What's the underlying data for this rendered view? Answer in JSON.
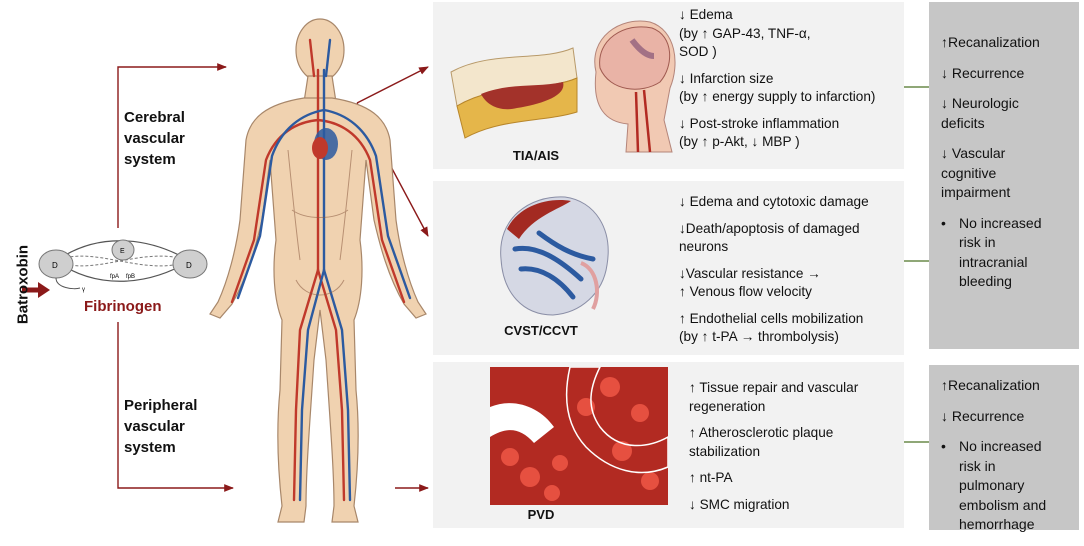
{
  "left": {
    "drug": "Batroxobin",
    "molecule": "Fibrinogen",
    "molecule_parts": {
      "d_left": "D",
      "e_center": "E",
      "d_right": "D",
      "fpa": "fpA",
      "fpb": "fpB",
      "gamma": "γ"
    },
    "cerebral_label": [
      "Cerebral",
      "vascular",
      "system"
    ],
    "peripheral_label": [
      "Peripheral",
      "vascular",
      "system"
    ]
  },
  "panels": [
    {
      "caption": "TIA/AIS",
      "effects": [
        [
          "↓ Edema",
          "(by ↑ GAP-43, TNF-α,",
          "SOD )"
        ],
        [
          "↓ Infarction size",
          "(by ↑ energy supply to infarction)"
        ],
        [
          "↓ Post-stroke inflammation",
          "(by ↑ p-Akt, ↓ MBP )"
        ]
      ]
    },
    {
      "caption": "CVST/CCVT",
      "effects": [
        [
          "↓ Edema and cytotoxic damage"
        ],
        [
          "↓Death/apoptosis of damaged",
          "neurons"
        ],
        [
          "↓Vascular resistance →",
          "↑ Venous flow velocity"
        ],
        [
          "↑ Endothelial cells mobilization",
          "(by ↑ t-PA → thrombolysis)"
        ]
      ]
    },
    {
      "caption": "PVD",
      "effects": [
        [
          "↑ Tissue repair and vascular",
          "regeneration"
        ],
        [
          "↑ Atherosclerotic plaque",
          "stabilization"
        ],
        [
          "↑ nt-PA"
        ],
        [
          "↓ SMC migration"
        ]
      ]
    }
  ],
  "outcomes_cerebral": [
    {
      "bullet": false,
      "lines": [
        "↑Recanalization"
      ]
    },
    {
      "bullet": false,
      "lines": [
        "↓ Recurrence"
      ]
    },
    {
      "bullet": false,
      "lines": [
        "↓ Neurologic",
        "deficits"
      ]
    },
    {
      "bullet": false,
      "lines": [
        "↓ Vascular",
        "cognitive",
        "impairment"
      ]
    },
    {
      "bullet": true,
      "lines": [
        "No increased",
        "risk in",
        "intracranial",
        "bleeding"
      ]
    }
  ],
  "outcomes_peripheral": [
    {
      "bullet": false,
      "lines": [
        "↑Recanalization"
      ]
    },
    {
      "bullet": false,
      "lines": [
        "↓ Recurrence"
      ]
    },
    {
      "bullet": true,
      "lines": [
        "No increased",
        "risk in",
        "pulmonary",
        "embolism and",
        "hemorrhage"
      ]
    }
  ],
  "colors": {
    "arrow": "#8b1a1a",
    "connector": "#6a8a4a",
    "panel": "#f2f2f2",
    "outcome_box": "#c6c6c6",
    "artery": "#c0392b",
    "vein": "#2c5aa0",
    "skin": "#f0d2b0"
  }
}
